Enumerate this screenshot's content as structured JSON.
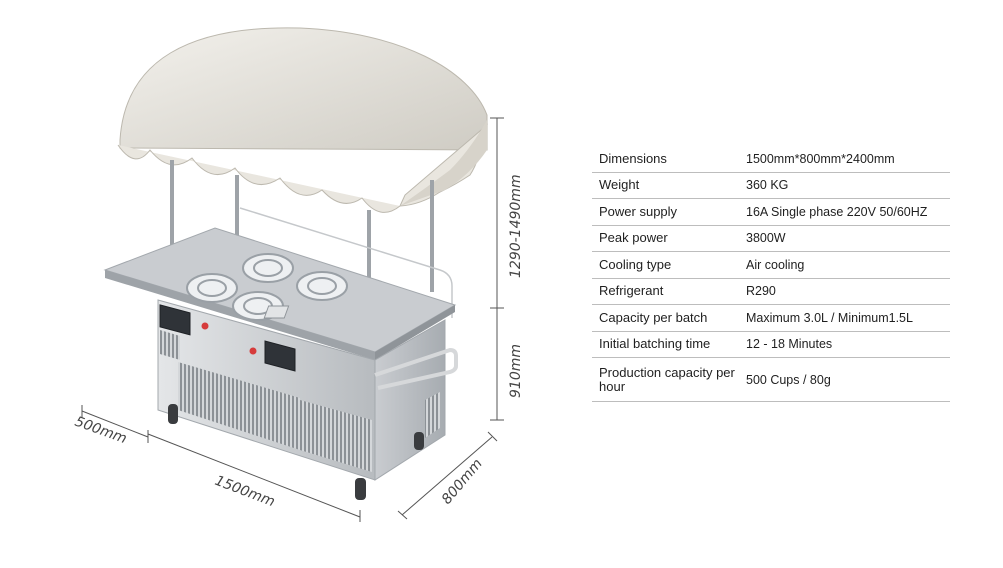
{
  "dimensions": {
    "height_range": "1290-1490mm",
    "counter_height": "910mm",
    "side_length": "500mm",
    "length": "1500mm",
    "depth": "800mm"
  },
  "specs": [
    {
      "key": "Dimensions",
      "value": "1500mm*800mm*2400mm"
    },
    {
      "key": "Weight",
      "value": "360 KG"
    },
    {
      "key": "Power supply",
      "value": "16A  Single phase 220V  50/60HZ"
    },
    {
      "key": "Peak power",
      "value": "3800W"
    },
    {
      "key": "Cooling type",
      "value": "Air cooling"
    },
    {
      "key": "Refrigerant",
      "value": "R290"
    },
    {
      "key": "Capacity per batch",
      "value": "Maximum 3.0L / Minimum1.5L"
    },
    {
      "key": "Initial batching time",
      "value": "12 - 18 Minutes"
    },
    {
      "key": "Production capacity per hour",
      "value": "500 Cups / 80g"
    }
  ],
  "colors": {
    "steel": "#cfd2d5",
    "steel_dark": "#9ea3a8",
    "canopy": "#eeebe4",
    "divider": "#bdbdbd"
  }
}
